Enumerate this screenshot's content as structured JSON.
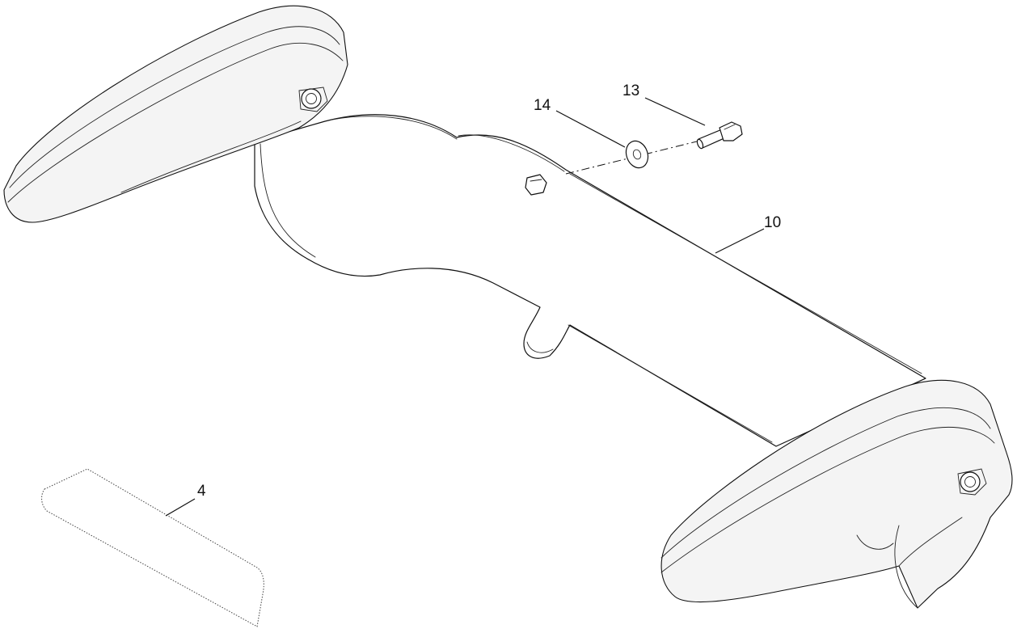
{
  "callouts": {
    "c13": "13",
    "c14": "14",
    "c10": "10",
    "c4": "4"
  },
  "line_color": "#111111",
  "background_color": "#ffffff"
}
